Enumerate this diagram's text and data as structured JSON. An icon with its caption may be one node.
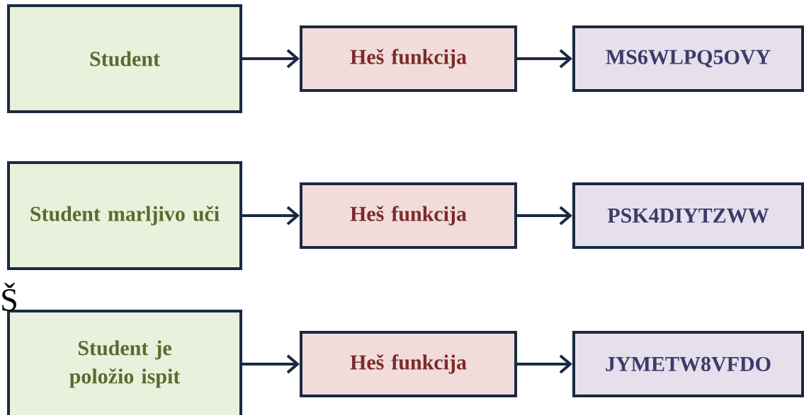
{
  "diagram": {
    "nodes": [
      {
        "text": [
          "Student"
        ]
      },
      {
        "text": [
          "Heš funkcija"
        ]
      },
      {
        "text": [
          "MS6WLPQ5OVY"
        ]
      },
      {
        "text": [
          "Student marljivo uči"
        ]
      },
      {
        "text": [
          "Heš funkcija"
        ]
      },
      {
        "text": [
          "PSK4DIYTZWW"
        ]
      },
      {
        "text": [
          "Student je položio ispit"
        ]
      },
      {
        "text": [
          "Heš funkcija"
        ]
      },
      {
        "text": [
          "JYMETW8VFDO"
        ]
      }
    ],
    "edges": [
      {
        "from": 0,
        "to": 1,
        "arrow": "to"
      },
      {
        "from": 1,
        "to": 2,
        "arrow": "to"
      },
      {
        "from": 3,
        "to": 4,
        "arrow": "to"
      },
      {
        "from": 4,
        "to": 5,
        "arrow": "to"
      },
      {
        "from": 6,
        "to": 7,
        "arrow": "to"
      },
      {
        "from": 7,
        "to": 8,
        "arrow": "to"
      }
    ],
    "labels": [
      "Š"
    ]
  }
}
